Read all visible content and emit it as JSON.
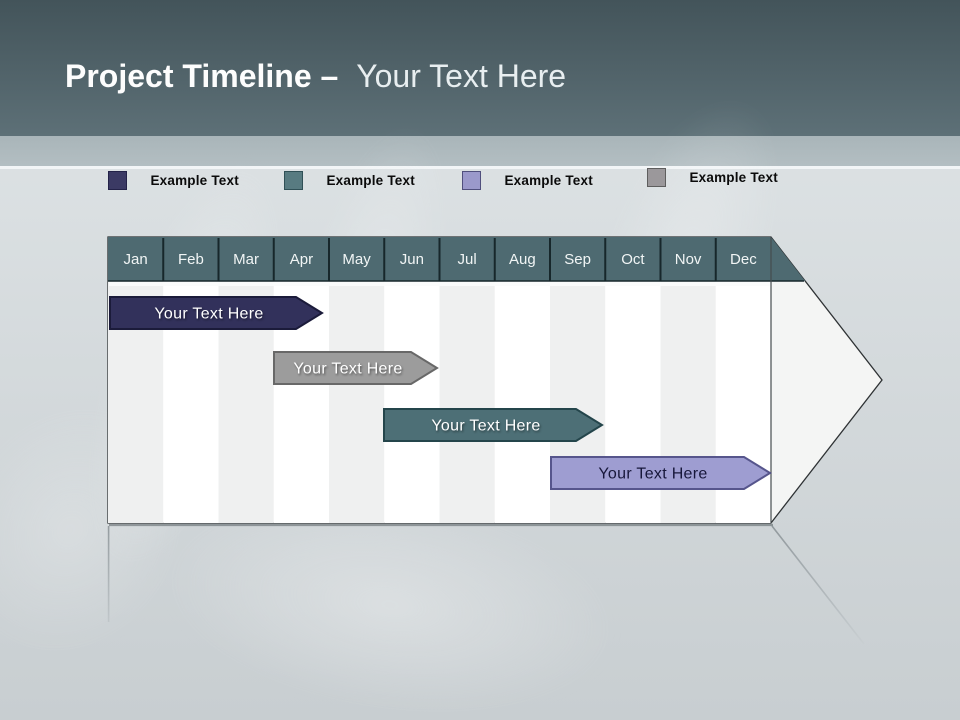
{
  "slide": {
    "title_bold": "Project Timeline –",
    "title_light": "Your Text Here"
  },
  "legend": {
    "items": [
      {
        "label": "Example Text",
        "color": "#3b3a64",
        "border": "#232248"
      },
      {
        "label": "Example Text",
        "color": "#587b81",
        "border": "#305056"
      },
      {
        "label": "Example Text",
        "color": "#9b99cb",
        "border": "#504f7d"
      },
      {
        "label": "Example Text",
        "color": "#9b989b",
        "border": "#5e5e5e"
      }
    ]
  },
  "timeline": {
    "header_color": "#4e6a71",
    "months": [
      "Jan",
      "Feb",
      "Mar",
      "Apr",
      "May",
      "Jun",
      "Jul",
      "Aug",
      "Sep",
      "Oct",
      "Nov",
      "Dec"
    ],
    "bars": [
      {
        "label": "Your Text Here",
        "color": "#32315b",
        "border": "#1b1b3a",
        "text_color": "#ffffff",
        "start_month": "Jan",
        "end_month": "Apr"
      },
      {
        "label": "Your Text Here",
        "color": "#9c9c9c",
        "border": "#686868",
        "text_color": "#ffffff",
        "start_month": "Apr",
        "end_month": "Jun"
      },
      {
        "label": "Your Text Here",
        "color": "#4d6f76",
        "border": "#24454b",
        "text_color": "#ffffff",
        "start_month": "Jun",
        "end_month": "Sep"
      },
      {
        "label": "Your Text Here",
        "color": "#9e9dd1",
        "border": "#56558c",
        "text_color": "#17173a",
        "start_month": "Sep",
        "end_month": "Dec"
      }
    ]
  },
  "chart_data": {
    "type": "bar",
    "subtype": "gantt_timeline_arrow",
    "title": "Project Timeline – Your Text Here",
    "x_categories": [
      "Jan",
      "Feb",
      "Mar",
      "Apr",
      "May",
      "Jun",
      "Jul",
      "Aug",
      "Sep",
      "Oct",
      "Nov",
      "Dec"
    ],
    "x_range": [
      "Jan",
      "Dec"
    ],
    "grid": "alternating column shading, no gridlines",
    "legend_position": "top",
    "legend_entries": [
      "Example Text",
      "Example Text",
      "Example Text",
      "Example Text"
    ],
    "series": [
      {
        "name": "Your Text Here",
        "row": 1,
        "color": "#32315b",
        "start": "Jan",
        "end": "Apr",
        "start_index": 0.0,
        "end_index": 3.9
      },
      {
        "name": "Your Text Here",
        "row": 2,
        "color": "#9c9c9c",
        "start": "Apr",
        "end": "Jun",
        "start_index": 3.0,
        "end_index": 5.9
      },
      {
        "name": "Your Text Here",
        "row": 3,
        "color": "#4d6f76",
        "start": "Jun",
        "end": "Sep",
        "start_index": 5.0,
        "end_index": 8.9
      },
      {
        "name": "Your Text Here",
        "row": 4,
        "color": "#9e9dd1",
        "start": "Sep",
        "end": "Dec",
        "start_index": 8.0,
        "end_index": 11.9
      }
    ]
  }
}
